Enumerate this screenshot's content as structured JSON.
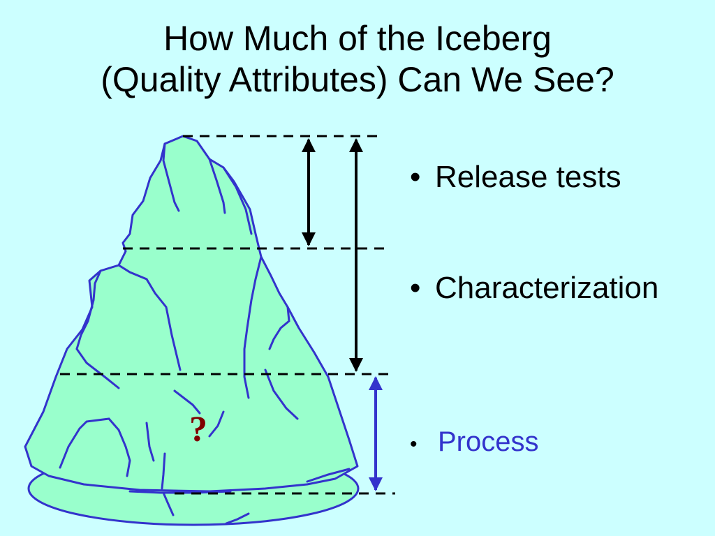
{
  "slide": {
    "title_line1": "How Much of the Iceberg",
    "title_line2": "(Quality Attributes) Can We See?",
    "unknown_mark": "?",
    "bullet_char": "•",
    "bullets": [
      {
        "label": "Release tests"
      },
      {
        "label": "Characterization"
      },
      {
        "label": "Process"
      }
    ]
  },
  "colors": {
    "background": "#ccffff",
    "iceberg_fill": "#99ffcc",
    "iceberg_outline": "#3333cc",
    "process_text": "#3333cc",
    "question_mark": "#800000"
  }
}
